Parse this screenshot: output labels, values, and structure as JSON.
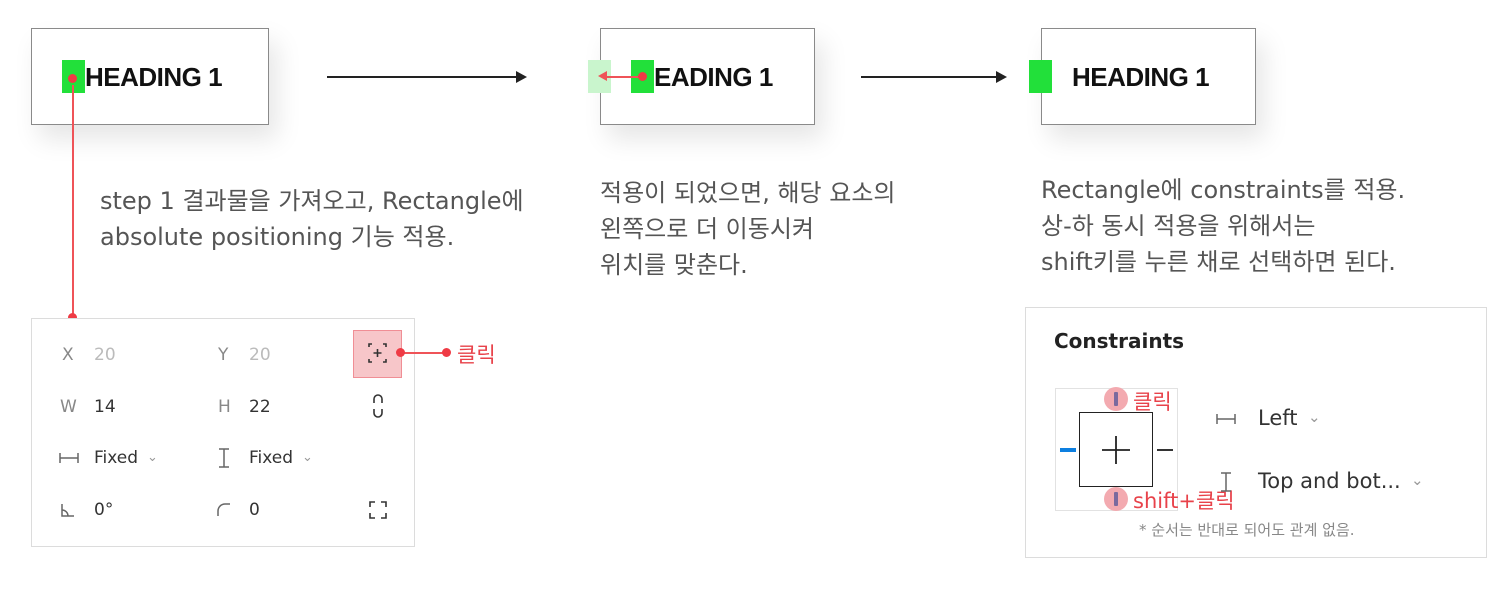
{
  "heading_text": "HEADING 1",
  "heading_text_partial": "EADING 1",
  "descriptions": {
    "step1_line1": "step 1 결과물을 가져오고, Rectangle에",
    "step1_line2": "absolute positioning 기능 적용.",
    "step2_line1": "적용이 되었으면, 해당 요소의",
    "step2_line2": "왼쪽으로 더 이동시켜",
    "step2_line3": "위치를 맞춘다.",
    "step3_line1": "Rectangle에 constraints를 적용.",
    "step3_line2": "상-하 동시 적용을 위해서는",
    "step3_line3": "shift키를 누른 채로 선택하면 된다."
  },
  "properties_panel": {
    "x_label": "X",
    "x_value": "20",
    "y_label": "Y",
    "y_value": "20",
    "w_label": "W",
    "w_value": "14",
    "h_label": "H",
    "h_value": "22",
    "width_mode": "Fixed",
    "height_mode": "Fixed",
    "rotation": "0°",
    "radius": "0"
  },
  "click_label": "클릭",
  "constraints_panel": {
    "title": "Constraints",
    "horizontal": "Left",
    "vertical": "Top and bot...",
    "click_top": "클릭",
    "click_bottom": "shift+클릭",
    "note": "* 순서는 반대로 되어도 관계 없음."
  },
  "colors": {
    "accent_green": "#22e03a",
    "annotation_red": "#ef3b45",
    "constraint_blue": "#0d7fe0"
  }
}
